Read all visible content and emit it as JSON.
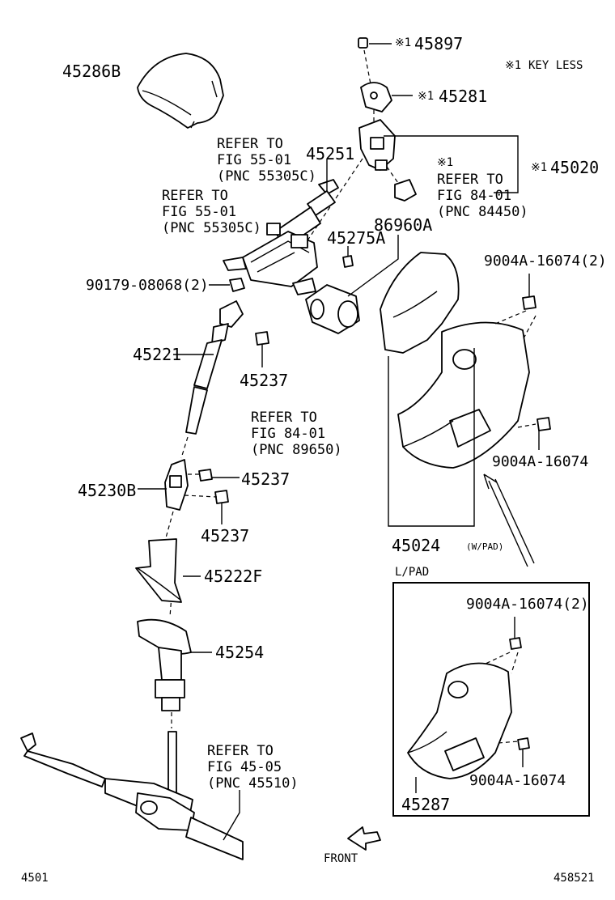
{
  "parts": {
    "p45286B": "45286B",
    "p45897": "45897",
    "p45281": "45281",
    "p45020": "45020",
    "p45251": "45251",
    "p86960A": "86960A",
    "p45275A": "45275A",
    "p9004A_16074_2_top": "9004A-16074(2)",
    "p90179": "90179-08068(2)",
    "p45221": "45221",
    "p45237_a": "45237",
    "p45237_b": "45237",
    "p45237_c": "45237",
    "p9004A_16074_right": "9004A-16074",
    "p45230B": "45230B",
    "p45024": "45024",
    "p45024_note": "(W/PAD)",
    "p45222F": "45222F",
    "p45254": "45254",
    "p9004A_16074_2_box": "9004A-16074(2)",
    "p9004A_16074_box": "9004A-16074",
    "p45287": "45287"
  },
  "marks": {
    "m45897": "※1",
    "m45281": "※1",
    "m45020": "※1",
    "m_refer": "※1",
    "legend_mark": "※1",
    "legend_text": "KEY LESS"
  },
  "refs": {
    "r1": [
      "REFER TO",
      "FIG 55-01",
      "(PNC 55305C)"
    ],
    "r2": [
      "REFER TO",
      "FIG 55-01",
      "(PNC 55305C)"
    ],
    "r3": [
      "REFER TO",
      "FIG 84-01",
      "(PNC 84450)"
    ],
    "r4": [
      "REFER TO",
      "FIG 84-01",
      "(PNC 89650)"
    ],
    "r5": [
      "REFER TO",
      "FIG 45-05",
      "(PNC 45510)"
    ]
  },
  "box_label": "L/PAD",
  "front_label": "FRONT",
  "footer": {
    "left": "4501",
    "right": "458521"
  }
}
